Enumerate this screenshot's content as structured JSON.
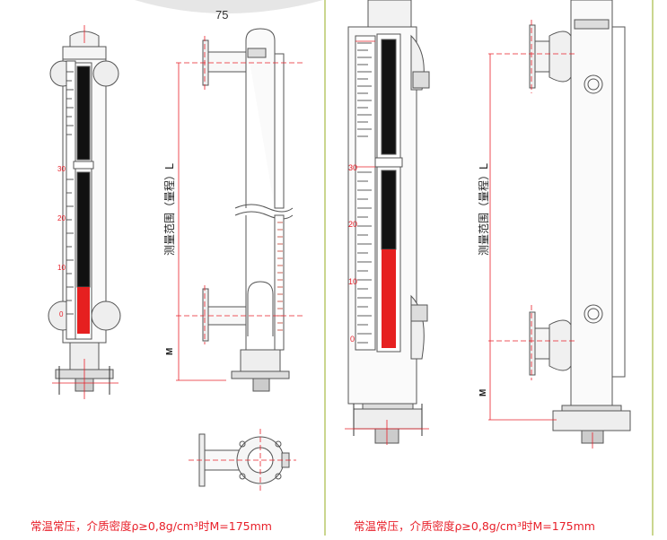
{
  "page_number": "75",
  "left_panel": {
    "range_label": "测量范围（量程）L",
    "m_label": "M",
    "scale_ticks": [
      "30",
      "20",
      "10",
      "0"
    ],
    "caption": "常温常压，介质密度ρ≥0,8g/cm³时M=175mm"
  },
  "right_panel": {
    "range_label": "测量范围（量程）L",
    "m_label": "M",
    "scale_ticks": [
      "30",
      "20",
      "10",
      "0"
    ],
    "caption": "常温常压，介质密度ρ≥0,8g/cm³时M=175mm"
  },
  "colors": {
    "dimension_line": "#e8202a",
    "divider": "#b8c96a",
    "indicator_dark": "#111111",
    "indicator_red": "#e62020",
    "outline": "#555555"
  }
}
